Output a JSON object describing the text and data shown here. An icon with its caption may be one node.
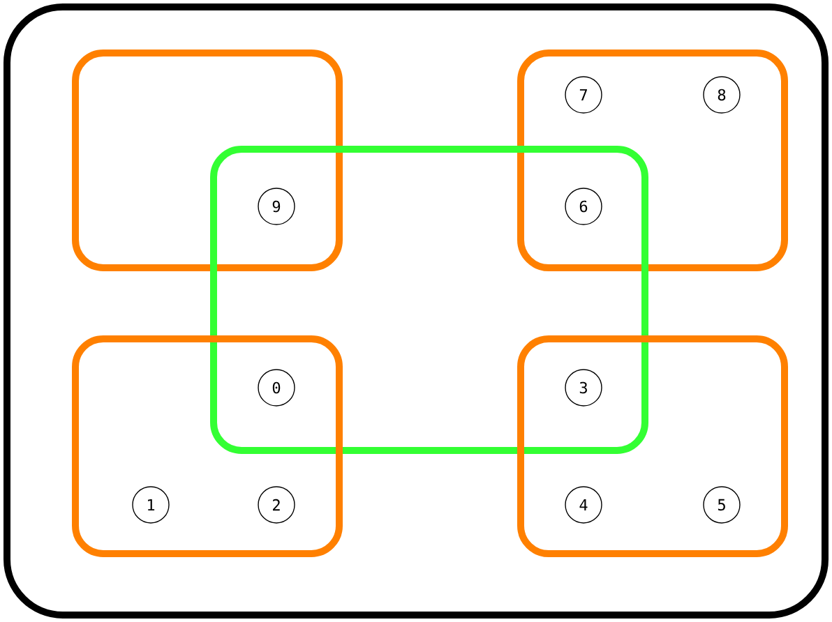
{
  "diagram": {
    "nodes": [
      {
        "text": [],
        "shape": "box"
      },
      {
        "text": [],
        "shape": "box",
        "in": 0
      },
      {
        "text": [],
        "shape": "box",
        "in": 0
      },
      {
        "text": [],
        "shape": "box",
        "in": 0
      },
      {
        "text": [],
        "shape": "box",
        "in": 0
      },
      {
        "text": [],
        "shape": "box",
        "in": 0
      },
      {
        "text": [
          "7"
        ],
        "in": 2
      },
      {
        "text": [
          "8"
        ],
        "in": 2
      },
      {
        "text": [
          "9"
        ]
      },
      {
        "text": [
          "6"
        ]
      },
      {
        "text": [
          "0"
        ]
      },
      {
        "text": [
          "3"
        ]
      },
      {
        "text": [
          "1"
        ],
        "in": 4
      },
      {
        "text": [
          "2"
        ],
        "in": 4
      },
      {
        "text": [
          "4"
        ],
        "in": 5
      },
      {
        "text": [
          "5"
        ],
        "in": 5
      }
    ]
  }
}
